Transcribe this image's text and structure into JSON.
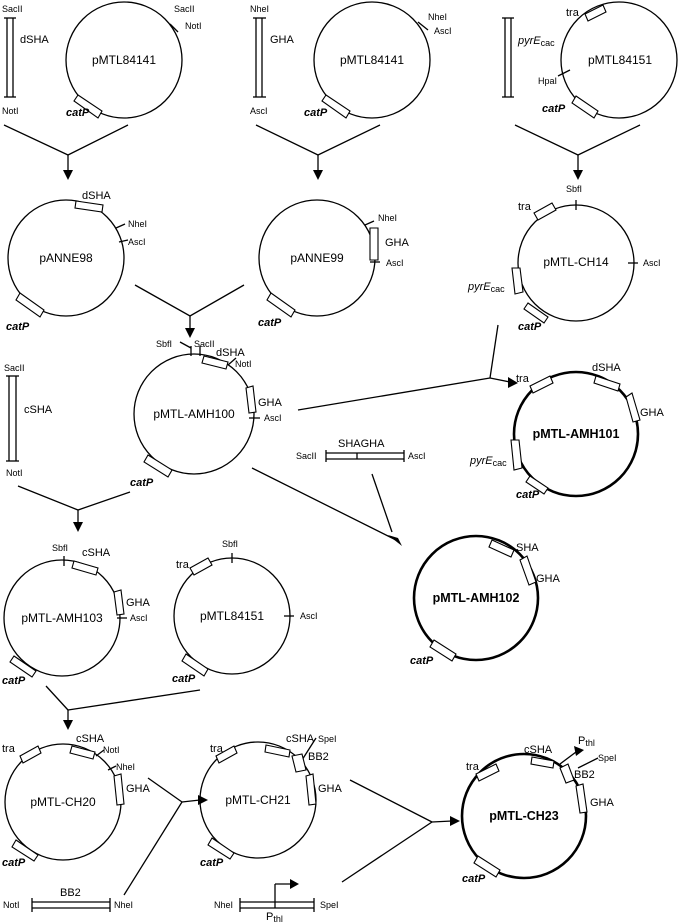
{
  "plasmids": {
    "p1": "pMTL84141",
    "p2": "pMTL84141",
    "p3": "pMTL84151",
    "anne98": "pANNE98",
    "anne99": "pANNE99",
    "ch14": "pMTL-CH14",
    "amh100": "pMTL-AMH100",
    "amh101": "pMTL-AMH101",
    "amh102": "pMTL-AMH102",
    "amh103": "pMTL-AMH103",
    "p84151b": "pMTL84151",
    "ch20": "pMTL-CH20",
    "ch21": "pMTL-CH21",
    "ch23": "pMTL-CH23"
  },
  "fragments": {
    "dsha": "dSHA",
    "gha": "GHA",
    "pyre": "pyrE",
    "pyre_sub": "cac",
    "csha": "cSHA",
    "shagha": "SHAGHA",
    "bb2": "BB2",
    "pthl": "P",
    "pthl_sub": "thl"
  },
  "sites": {
    "sacii": "SacII",
    "noti": "NotI",
    "nhei": "NheI",
    "asci": "AscI",
    "hpai": "HpaI",
    "sbfi": "SbfI",
    "spei": "SpeI"
  },
  "genes": {
    "catp": "catP",
    "tra": "tra",
    "dsha": "dSHA",
    "gha": "GHA",
    "csha": "cSHA",
    "sha": "SHA",
    "bb2": "BB2",
    "pyre": "pyrE",
    "pyre_sub": "cac"
  },
  "colors": {
    "stroke": "#000000",
    "background": "#ffffff"
  }
}
